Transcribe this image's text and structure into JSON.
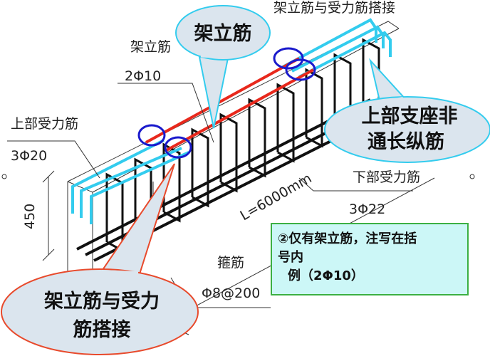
{
  "labels": {
    "top_cut": "架立筋与受力筋搭接",
    "erection_bar": "架立筋",
    "erection_spec": "2Φ10",
    "top_main_bar": "上部受力筋",
    "top_main_spec": "3Φ20",
    "height": "450",
    "length": "L=6000mm",
    "bottom_main_bar": "下部受力筋",
    "bottom_main_spec": "3Φ22",
    "stirrup": "箍筋",
    "stirrup_spec": "Φ8@200"
  },
  "callouts": {
    "erection": "架立筋",
    "support_line1": "上部支座非",
    "support_line2": "通长纵筋",
    "lap_line1": "架立筋与受力",
    "lap_line2": "筋搭接"
  },
  "note": {
    "line1": "②仅有架立筋，注写在括",
    "line2": "号内",
    "line3": "例（2Φ10）"
  },
  "colors": {
    "top_bar": "#33ccee",
    "erection_bar": "#e8281c",
    "circle": "#1a1acc",
    "note_border": "#3cb043",
    "note_fill": "#ccf7f7"
  }
}
